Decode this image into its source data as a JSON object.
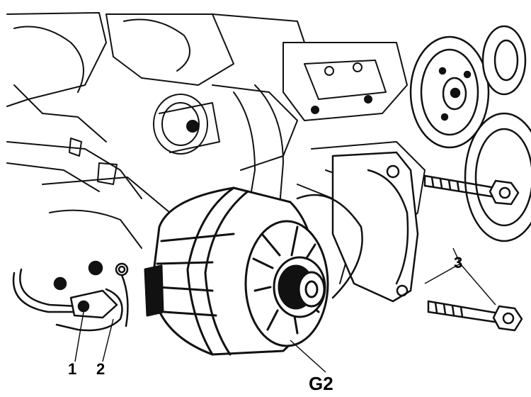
{
  "figure": {
    "callouts": {
      "label_1": "1",
      "label_2": "2",
      "label_3": "3",
      "label_g2": "G2"
    }
  },
  "colors": {
    "ink": "#111111",
    "paper": "#ffffff"
  }
}
